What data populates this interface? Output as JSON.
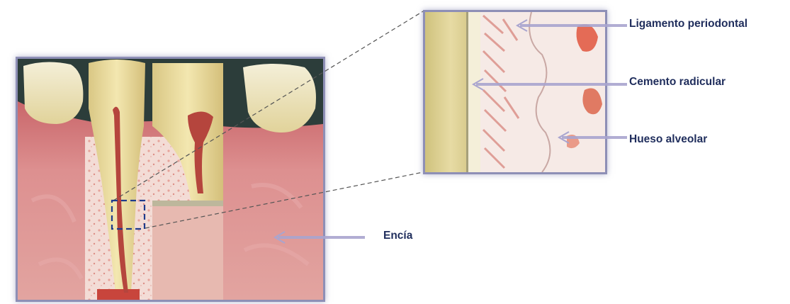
{
  "labels": {
    "ligamento": "Ligamento periodontal",
    "cemento": "Cemento radicular",
    "hueso": "Hueso alveolar",
    "encia": "Encía"
  },
  "colors": {
    "frame_border": "#8e8fb6",
    "arrow": "#a9a5cf",
    "label_text": "#1f2d5c",
    "gum": "#d98a8a",
    "tooth": "#eadc9a",
    "pulp": "#b5453d",
    "bone": "#f2d9d3",
    "callout_dash": "#555555",
    "highlight_box": "#1f3c8c"
  }
}
